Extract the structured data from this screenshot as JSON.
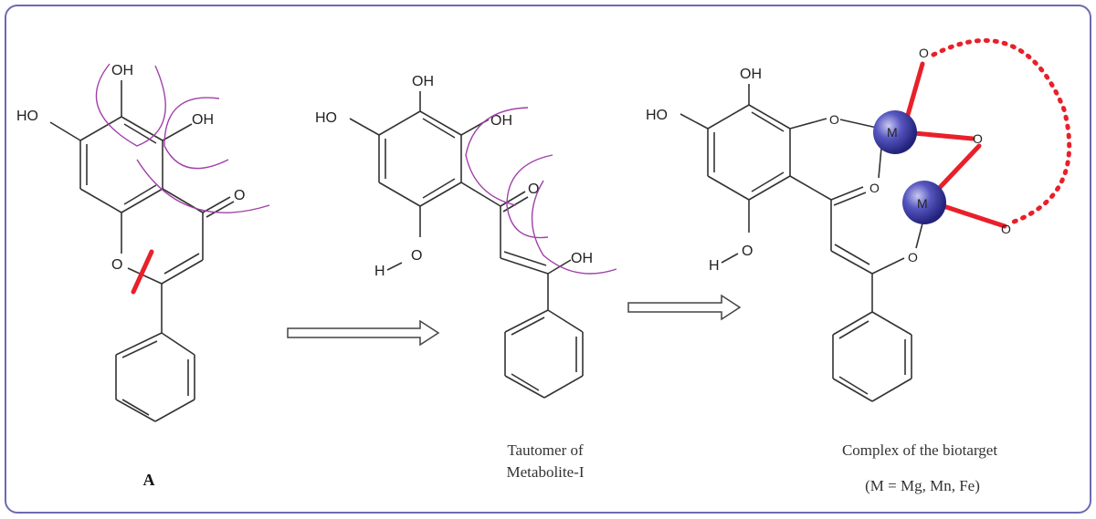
{
  "structure_a": {
    "label": "A",
    "oh_labels": [
      "OH",
      "HO",
      "OH"
    ],
    "oxygen_labels": [
      "O",
      "O"
    ]
  },
  "metabolite": {
    "caption_line1": "Tautomer of",
    "caption_line2": "Metabolite-I",
    "oh_labels": [
      "OH",
      "HO",
      "OH",
      "OH"
    ],
    "h_label": "H",
    "oxygen_labels": [
      "O",
      "O"
    ]
  },
  "complex": {
    "caption_line1": "Complex of the biotarget",
    "caption_line2": "(M = Mg, Mn, Fe)",
    "oh_labels": [
      "OH",
      "HO"
    ],
    "h_label": "H",
    "metal_label": "M",
    "oxygen_labels": [
      "O",
      "O",
      "O",
      "O",
      "O",
      "O"
    ]
  },
  "colors": {
    "border": "#6b6bb3",
    "cleavage_bond": "#e8202a",
    "arc": "#a040a8",
    "metal_sphere": "#3a3aa0"
  }
}
